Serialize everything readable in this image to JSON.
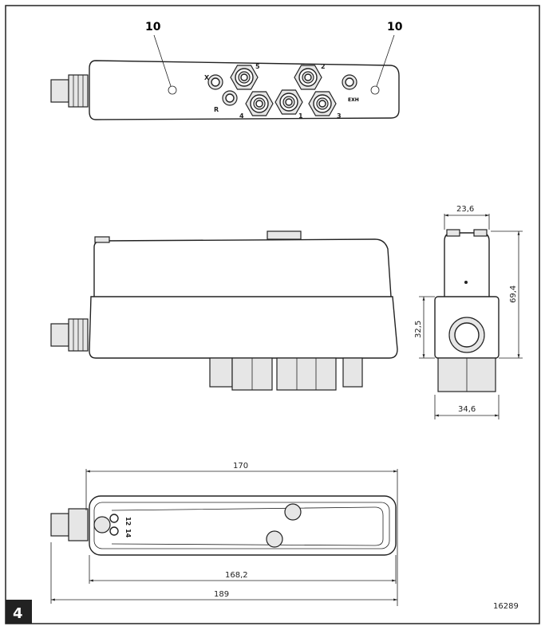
{
  "figure_number": "4",
  "drawing_id": "16289",
  "callouts": [
    "10",
    "10"
  ],
  "port_labels": {
    "x": "X",
    "r": "R",
    "p4": "4",
    "p5": "5",
    "p1": "1",
    "p2": "2",
    "p3": "3",
    "exh": "EXH"
  },
  "bottom_port_labels": [
    "12",
    "14"
  ],
  "dimensions": {
    "end_width_top": "23,6",
    "end_height": "69,4",
    "end_lower_height": "32,5",
    "end_width_bottom": "34,6",
    "length_170": "170",
    "length_168": "168,2",
    "length_total": "189"
  }
}
